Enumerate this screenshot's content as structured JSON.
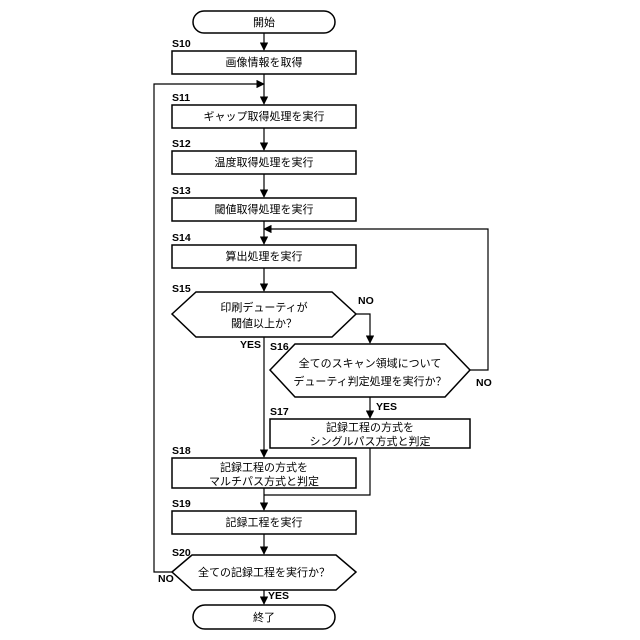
{
  "nodes": {
    "start": {
      "text": "開始"
    },
    "s10": {
      "step": "S10",
      "text": "画像情報を取得"
    },
    "s11": {
      "step": "S11",
      "text": "ギャップ取得処理を実行"
    },
    "s12": {
      "step": "S12",
      "text": "温度取得処理を実行"
    },
    "s13": {
      "step": "S13",
      "text": "閾値取得処理を実行"
    },
    "s14": {
      "step": "S14",
      "text": "算出処理を実行"
    },
    "s15": {
      "step": "S15",
      "line1": "印刷デューティが",
      "line2": "閾値以上か？"
    },
    "s16": {
      "step": "S16",
      "line1": "全てのスキャン領域について",
      "line2": "デューティ判定処理を実行か？"
    },
    "s17": {
      "step": "S17",
      "line1": "記録工程の方式を",
      "line2": "シングルパス方式と判定"
    },
    "s18": {
      "step": "S18",
      "line1": "記録工程の方式を",
      "line2": "マルチパス方式と判定"
    },
    "s19": {
      "step": "S19",
      "text": "記録工程を実行"
    },
    "s20": {
      "step": "S20",
      "text": "全ての記録工程を実行か？"
    },
    "end": {
      "text": "終了"
    }
  },
  "branch_labels": {
    "s15_no": "NO",
    "s15_yes": "YES",
    "s16_no": "NO",
    "s16_yes": "YES",
    "s20_no": "NO",
    "s20_yes": "YES"
  }
}
